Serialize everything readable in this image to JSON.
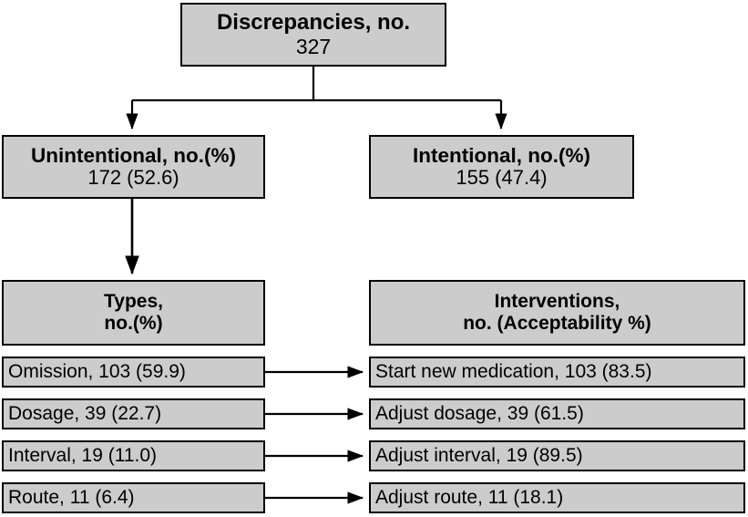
{
  "diagram": {
    "title_node": {
      "label": "Discrepancies, no.",
      "value": "327"
    },
    "level2": [
      {
        "name": "unintentional",
        "label": "Unintentional, no.(%)",
        "value": "172 (52.6)"
      },
      {
        "name": "intentional",
        "label": "Intentional, no.(%)",
        "value": "155 (47.4)"
      }
    ],
    "types_header": {
      "line1": "Types,",
      "line2": "no.(%)"
    },
    "interventions_header": {
      "line1": "Interventions,",
      "line2": "no. (Acceptability %)"
    },
    "types_rows": [
      {
        "text": "Omission, 103 (59.9)"
      },
      {
        "text": "Dosage, 39 (22.7)"
      },
      {
        "text": "Interval, 19 (11.0)"
      },
      {
        "text": "Route, 11 (6.4)"
      }
    ],
    "interventions_rows": [
      {
        "text": "Start new medication, 103 (83.5)"
      },
      {
        "text": "Adjust dosage, 39 (61.5)"
      },
      {
        "text": "Adjust interval, 19 (89.5)"
      },
      {
        "text": "Adjust route, 11 (18.1)"
      }
    ],
    "colors": {
      "node_fill": "#cccccc",
      "node_border": "#000000",
      "background": "#ffffff",
      "connector": "#000000"
    }
  }
}
